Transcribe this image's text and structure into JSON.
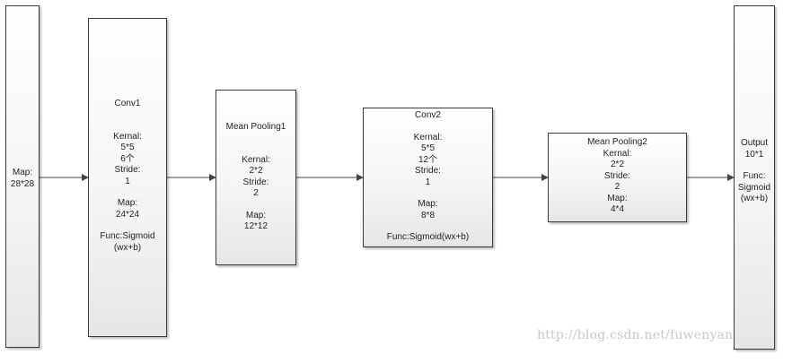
{
  "input": {
    "lines": [
      "Map:",
      "28*28"
    ]
  },
  "conv1": {
    "title": "Conv1",
    "kernel_block": [
      "Kernal:",
      "5*5",
      "6个",
      "Stride:",
      "1"
    ],
    "map_block": [
      "Map:",
      "24*24"
    ],
    "func_block": [
      "Func:Sigmoid",
      "(wx+b)"
    ]
  },
  "pool1": {
    "title": "Mean Pooling1",
    "kernel_block": [
      "Kernal:",
      "2*2",
      "Stride:",
      "2"
    ],
    "map_block": [
      "Map:",
      "12*12"
    ]
  },
  "conv2": {
    "title": "Conv2",
    "kernel_block": [
      "Kernal:",
      "5*5",
      "12个",
      "Stride:",
      "1"
    ],
    "map_block": [
      "Map:",
      "8*8"
    ],
    "func": "Func:Sigmoid(wx+b)"
  },
  "pool2": {
    "lines": [
      "Mean Pooling2",
      "Kernal:",
      "2*2",
      "Stride:",
      "2",
      "Map:",
      "4*4"
    ]
  },
  "output": {
    "block1": [
      "Output",
      "10*1"
    ],
    "block2": [
      "Func:",
      "Sigmoid",
      "(wx+b)"
    ]
  },
  "watermark": "http://blog.csdn.net/fuwenyan"
}
